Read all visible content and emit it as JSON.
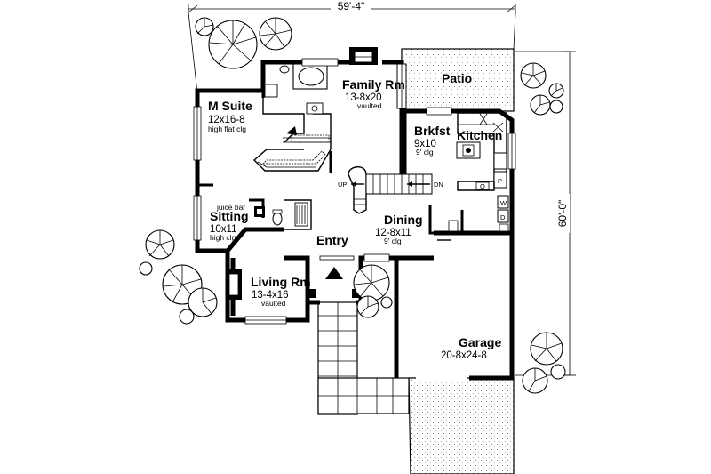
{
  "dimensions": {
    "width": "59'-4\"",
    "depth": "60'-0\""
  },
  "rooms": {
    "m_suite": {
      "name": "M Suite",
      "size": "12x16-8",
      "note": "high flat clg"
    },
    "family": {
      "name": "Family Rm",
      "size": "13-8x20",
      "note": "vaulted"
    },
    "patio": {
      "name": "Patio"
    },
    "brkfst": {
      "name": "Brkfst",
      "size": "9x10",
      "note": "9' clg"
    },
    "kitchen": {
      "name": "Kitchen"
    },
    "sitting": {
      "name": "Sitting",
      "size": "10x11",
      "note": "high clg"
    },
    "juice_bar": {
      "name": "juice bar"
    },
    "dining": {
      "name": "Dining",
      "size": "12-8x11",
      "note": "9' clg"
    },
    "entry": {
      "name": "Entry"
    },
    "living": {
      "name": "Living Rm",
      "size": "13-4x16",
      "note": "vaulted"
    },
    "garage": {
      "name": "Garage",
      "size": "20-8x24-8"
    }
  },
  "stairs": {
    "up": "UP",
    "down": "DN"
  },
  "fixtures": {
    "washer": "W",
    "dryer": "D",
    "pantry": "P",
    "oven": "O"
  }
}
